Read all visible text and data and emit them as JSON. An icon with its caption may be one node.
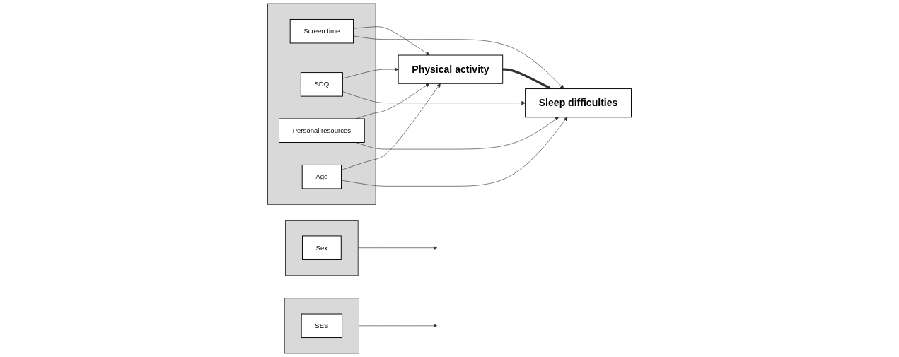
{
  "diagram": {
    "nodes": [
      {
        "text": [],
        "shape": "box"
      },
      {
        "text": [
          "SES"
        ],
        "in": 0
      },
      {
        "text": [],
        "shape": "box"
      },
      {
        "text": [
          "Sex"
        ],
        "in": 2
      },
      {
        "text": [
          "Physical activity"
        ]
      },
      {
        "text": [
          "Sleep difficulties"
        ]
      },
      {
        "text": [],
        "shape": "box"
      },
      {
        "text": [
          "Screen time"
        ],
        "in": 6
      },
      {
        "text": [
          "SDQ"
        ],
        "in": 6
      },
      {
        "text": [
          "Personal resources"
        ],
        "in": 6
      },
      {
        "text": [
          "Age"
        ],
        "in": 6
      }
    ],
    "edges": [
      {
        "from": 0,
        "to": null,
        "arrow": "to"
      },
      {
        "from": 2,
        "to": null,
        "arrow": "to"
      },
      {
        "from": 4,
        "to": 5,
        "arrow": "to",
        "style": "thick"
      },
      {
        "from": 7,
        "to": 4,
        "arrow": "to"
      },
      {
        "from": 7,
        "to": 5,
        "arrow": "to"
      },
      {
        "from": 8,
        "to": 4,
        "arrow": "to"
      },
      {
        "from": 8,
        "to": 5,
        "arrow": "to"
      },
      {
        "from": 9,
        "to": 4,
        "arrow": "to"
      },
      {
        "from": 9,
        "to": 5,
        "arrow": "to"
      },
      {
        "from": 10,
        "to": 4,
        "arrow": "to"
      },
      {
        "from": 10,
        "to": 5,
        "arrow": "to"
      }
    ]
  }
}
